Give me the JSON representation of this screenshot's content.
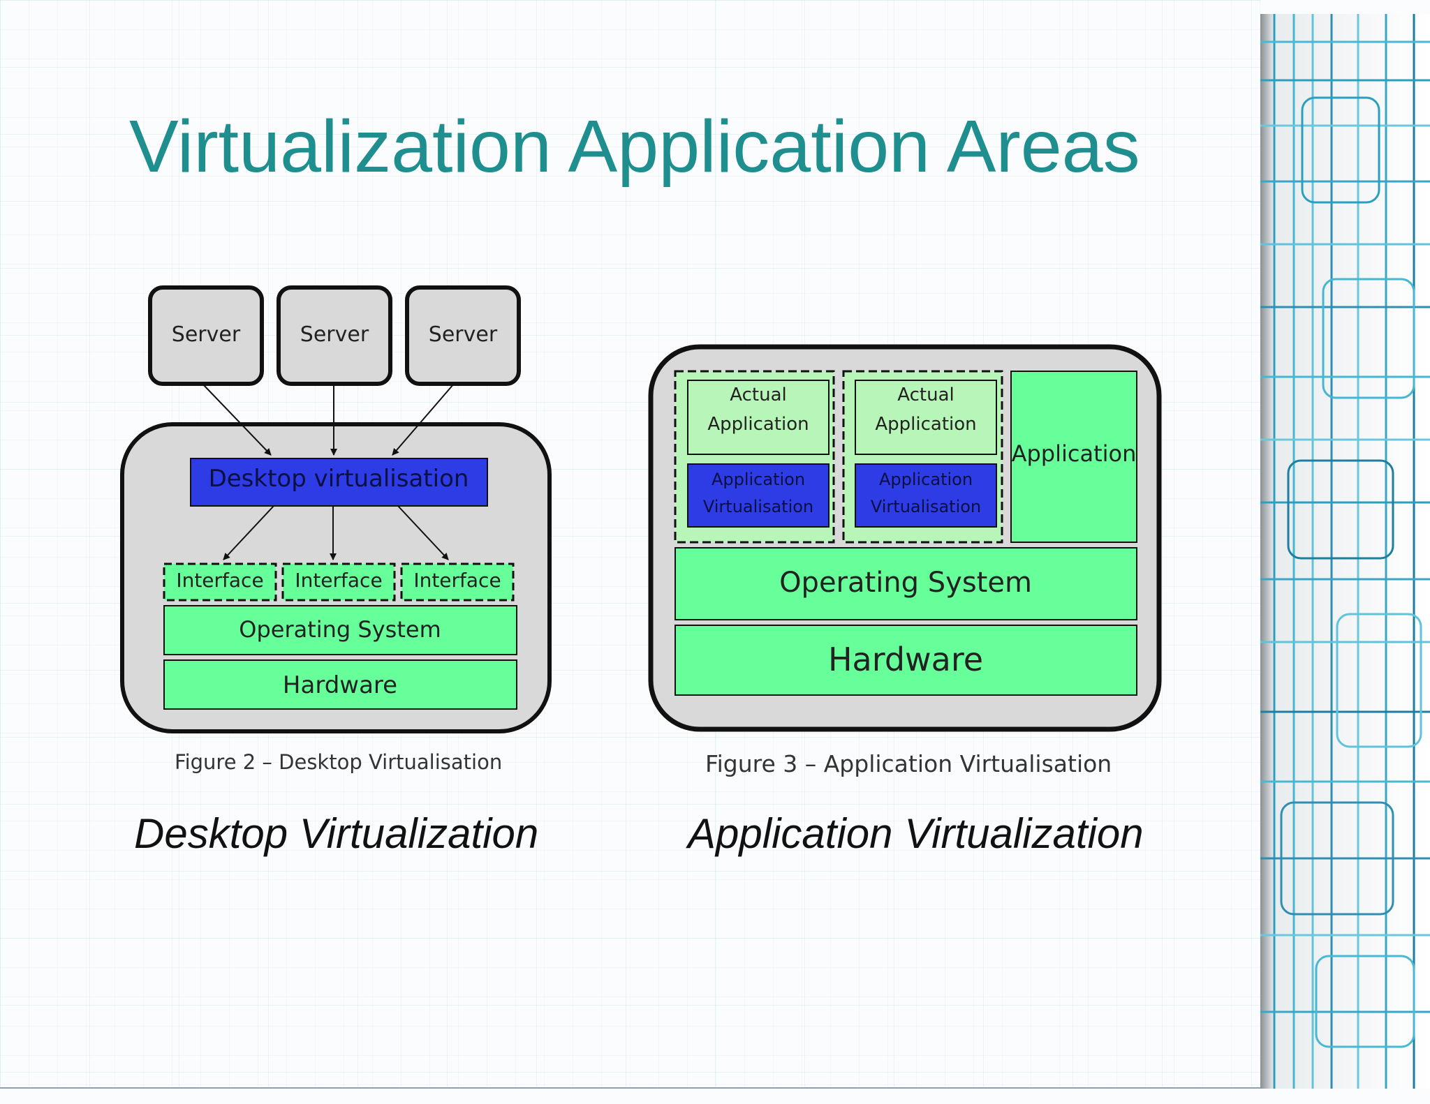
{
  "slide": {
    "title": "Virtualization Application Areas"
  },
  "colors": {
    "title": "#1e8e8e",
    "green_box": "#66ff99",
    "light_green_box": "#b8f5b8",
    "blue_box": "#2e3ce6",
    "gray_container": "#d9d9d9"
  },
  "desktop_figure": {
    "servers": [
      "Server",
      "Server",
      "Server"
    ],
    "virtualisation": "Desktop virtualisation",
    "interfaces": [
      "Interface",
      "Interface",
      "Interface"
    ],
    "operating_system": "Operating System",
    "hardware": "Hardware",
    "caption": "Figure 2 – Desktop Virtualisation"
  },
  "application_figure": {
    "stacks": [
      {
        "actual_app": [
          "Actual",
          "Application"
        ],
        "virt": [
          "Application",
          "Virtualisation"
        ]
      },
      {
        "actual_app": [
          "Actual",
          "Application"
        ],
        "virt": [
          "Application",
          "Virtualisation"
        ]
      }
    ],
    "application": "Application",
    "operating_system": "Operating System",
    "hardware": "Hardware",
    "caption": "Figure 3 – Application Virtualisation"
  },
  "subheadings": {
    "left": "Desktop Virtualization",
    "right": "Application Virtualization"
  }
}
